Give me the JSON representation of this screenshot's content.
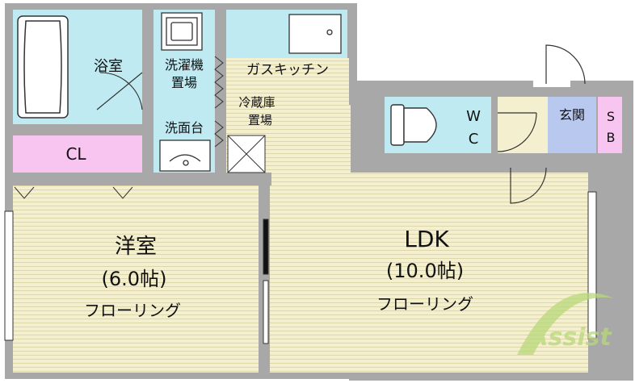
{
  "colors": {
    "wall": "#a8a8a8",
    "floor": "#f4f0cf",
    "floor_line": "#dcd6a8",
    "wet": "#bfeaf2",
    "closet": "#f8c4f0",
    "entry": "#b9c8ee",
    "logo_green": "#b8d87a"
  },
  "rooms": {
    "bath": {
      "label": "浴室"
    },
    "washer": {
      "line1": "洗濯機",
      "line2": "置場"
    },
    "washbasin": {
      "label": "洗面台"
    },
    "kitchen": {
      "label": "ガスキッチン"
    },
    "fridge": {
      "line1": "冷蔵庫",
      "line2": "置場"
    },
    "closet": {
      "label": "CL"
    },
    "wc": {
      "line1": "W",
      "line2": "C"
    },
    "entrance": {
      "label": "玄関"
    },
    "shoebox": {
      "line1": "S",
      "line2": "B"
    },
    "western": {
      "name": "洋室",
      "size": "(6.0帖)",
      "floor": "フローリング"
    },
    "ldk": {
      "name": "LDK",
      "size": "(10.0帖)",
      "floor": "フローリング"
    }
  },
  "logo": {
    "text": "Assist"
  }
}
